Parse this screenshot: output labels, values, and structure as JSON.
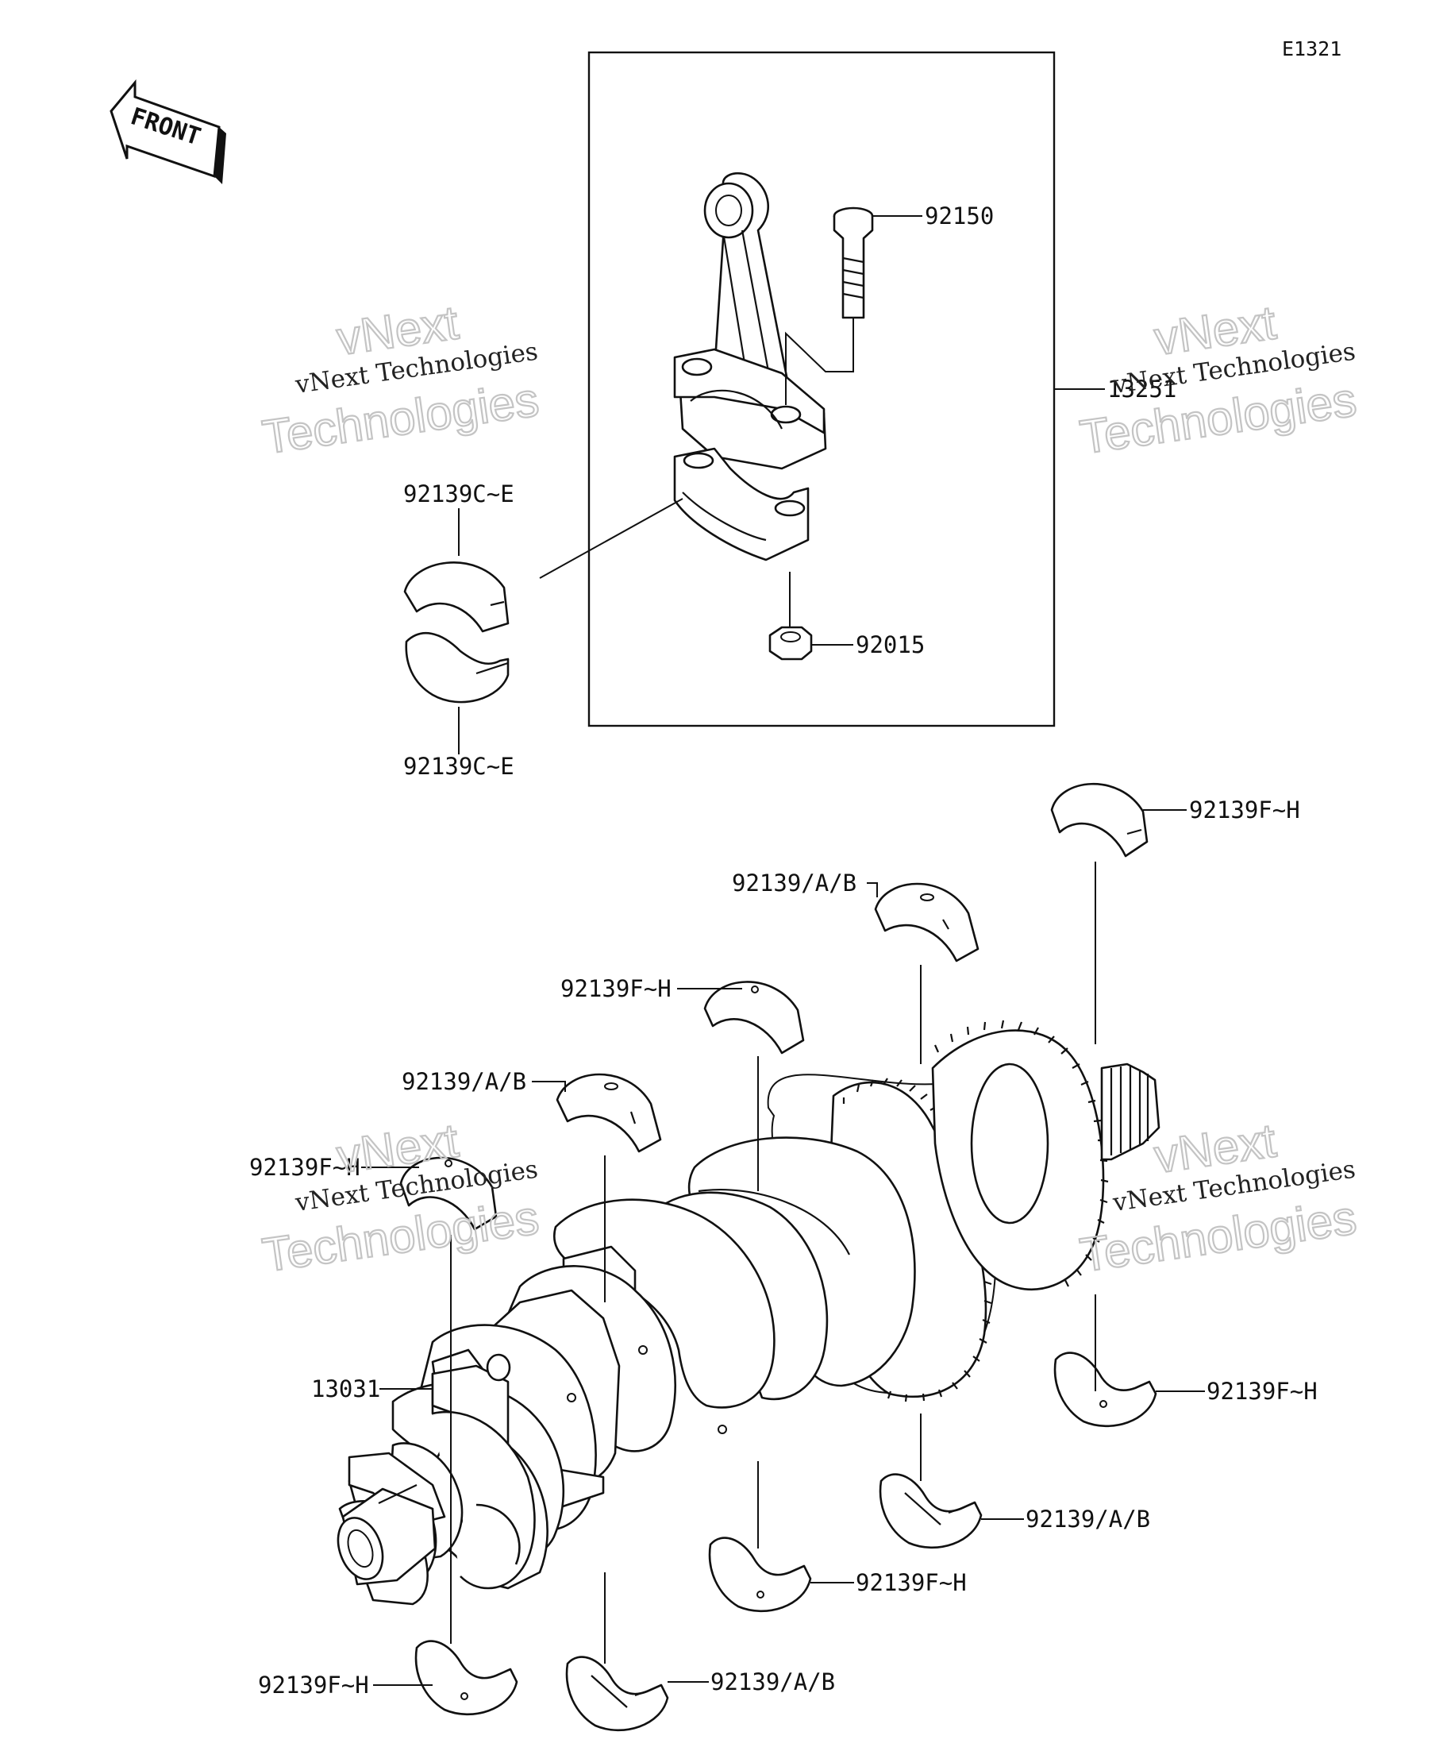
{
  "diagram_code": "E1321",
  "front_arrow": {
    "label": "FRONT",
    "icon": "front-arrow-icon"
  },
  "parts": {
    "connecting_rod_assembly": "13251",
    "rod_bolt": "92150",
    "rod_nut": "92015",
    "rod_bearing_upper": "92139C~E",
    "rod_bearing_lower": "92139C~E",
    "crankshaft": "13031",
    "main_bearings": [
      "92139F~H",
      "92139/A/B",
      "92139F~H",
      "92139/A/B",
      "92139F~H",
      "92139F~H",
      "92139/A/B",
      "92139F~H",
      "92139/A/B",
      "92139F~H"
    ]
  },
  "watermark": {
    "line1": "vNext",
    "line2": "vNext Technologies",
    "line3": "Technologies"
  }
}
